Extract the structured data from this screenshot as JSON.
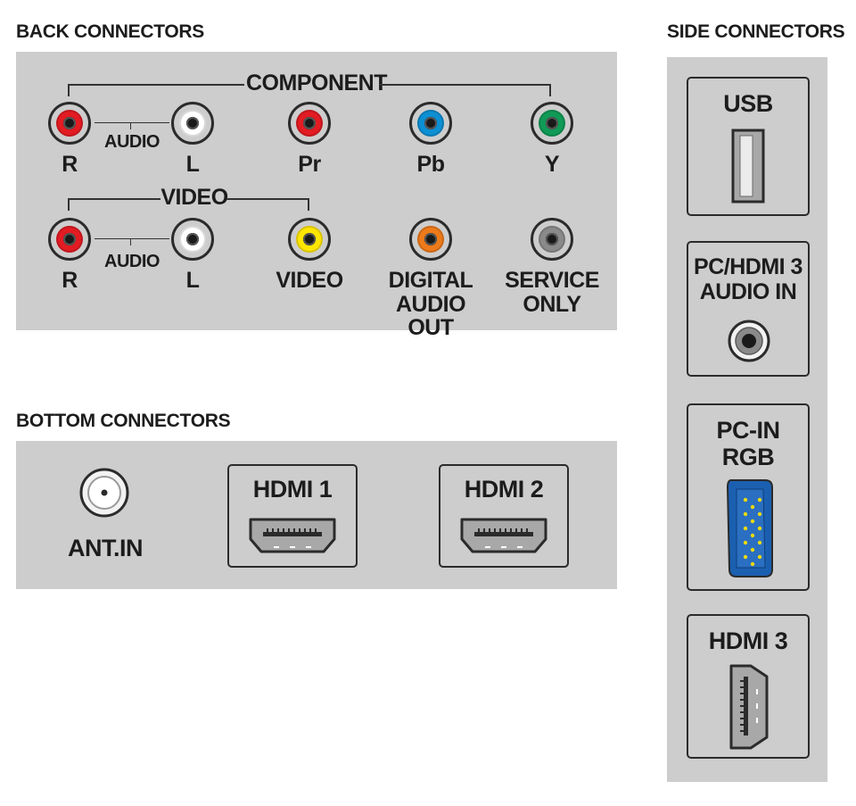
{
  "back": {
    "title": "BACK CONNECTORS",
    "component_label": "COMPONENT",
    "video_group_label": "VIDEO",
    "audio_label": "AUDIO",
    "row1": [
      "R",
      "L",
      "Pr",
      "Pb",
      "Y"
    ],
    "row2": [
      "R",
      "L",
      "VIDEO"
    ],
    "digital_line1": "DIGITAL",
    "digital_line2": "AUDIO OUT",
    "service_line1": "SERVICE",
    "service_line2": "ONLY"
  },
  "bottom": {
    "title": "BOTTOM CONNECTORS",
    "ant": "ANT.IN",
    "hdmi1": "HDMI 1",
    "hdmi2": "HDMI 2"
  },
  "side": {
    "title": "SIDE CONNECTORS",
    "usb": "USB",
    "audio_line1": "PC/HDMI 3",
    "audio_line2": "AUDIO IN",
    "pc_line1": "PC-IN",
    "pc_line2": "RGB",
    "hdmi3": "HDMI 3"
  },
  "colors": {
    "red": "#e31b23",
    "white": "#ffffff",
    "blue": "#0d8fd3",
    "green": "#109a56",
    "yellow": "#ffe600",
    "orange": "#ee7a1a",
    "gray": "#8a8a8a",
    "vga_blue": "#1b5fb0"
  }
}
